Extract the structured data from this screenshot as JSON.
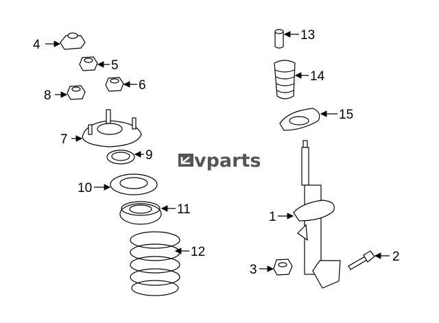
{
  "logo": {
    "text": "vparts",
    "mark": "LV"
  },
  "callouts": [
    {
      "id": "1",
      "label": "1"
    },
    {
      "id": "2",
      "label": "2"
    },
    {
      "id": "3",
      "label": "3"
    },
    {
      "id": "4",
      "label": "4"
    },
    {
      "id": "5",
      "label": "5"
    },
    {
      "id": "6",
      "label": "6"
    },
    {
      "id": "7",
      "label": "7"
    },
    {
      "id": "8",
      "label": "8"
    },
    {
      "id": "9",
      "label": "9"
    },
    {
      "id": "10",
      "label": "10"
    },
    {
      "id": "11",
      "label": "11"
    },
    {
      "id": "12",
      "label": "12"
    },
    {
      "id": "13",
      "label": "13"
    },
    {
      "id": "14",
      "label": "14"
    },
    {
      "id": "15",
      "label": "15"
    }
  ]
}
